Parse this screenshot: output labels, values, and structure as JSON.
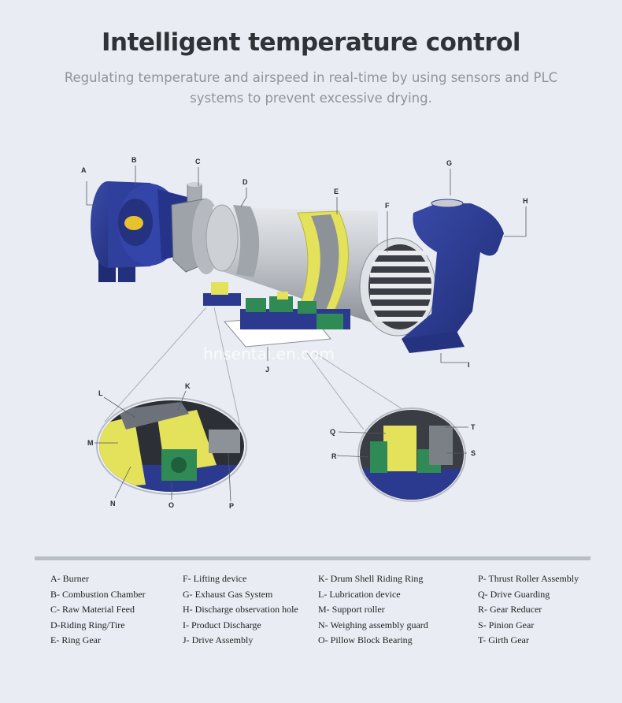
{
  "header": {
    "title": "Intelligent temperature control",
    "subtitle": "Regulating temperature and airspeed in real-time by using sensors and PLC systems to prevent excessive drying."
  },
  "watermark": "hnsentai.en.com",
  "labels": {
    "A": "A",
    "B": "B",
    "C": "C",
    "D": "D",
    "E": "E",
    "F": "F",
    "G": "G",
    "H": "H",
    "I": "I",
    "J": "J",
    "K": "K",
    "L": "L",
    "M": "M",
    "N": "N",
    "O": "O",
    "P": "P",
    "Q": "Q",
    "R": "R",
    "S": "S",
    "T": "T"
  },
  "legend": {
    "col1": [
      "A- Burner",
      "B- Combustion Chamber",
      "C- Raw Material Feed",
      "D-Riding Ring/Tire",
      "E- Ring Gear"
    ],
    "col2": [
      "F- Lifting device",
      "G- Exhaust Gas System",
      "H- Discharge observation hole",
      "I- Product Discharge",
      "J- Drive Assembly"
    ],
    "col3": [
      "K- Drum Shell Riding Ring",
      "L- Lubrication device",
      "M- Support roller",
      "N- Weighing assembly guard",
      "O- Pillow Block Bearing"
    ],
    "col4": [
      "P- Thrust Roller Assembly",
      "Q- Drive Guarding",
      "R- Gear Reducer",
      "S- Pinion Gear",
      "T- Girth Gear"
    ]
  },
  "colors": {
    "background": "#e9edf3",
    "machine_blue": "#2b3a8f",
    "drum_silver": "#c9ccd1",
    "ring_yellow": "#e4e15a",
    "motor_green": "#2f8a55"
  }
}
